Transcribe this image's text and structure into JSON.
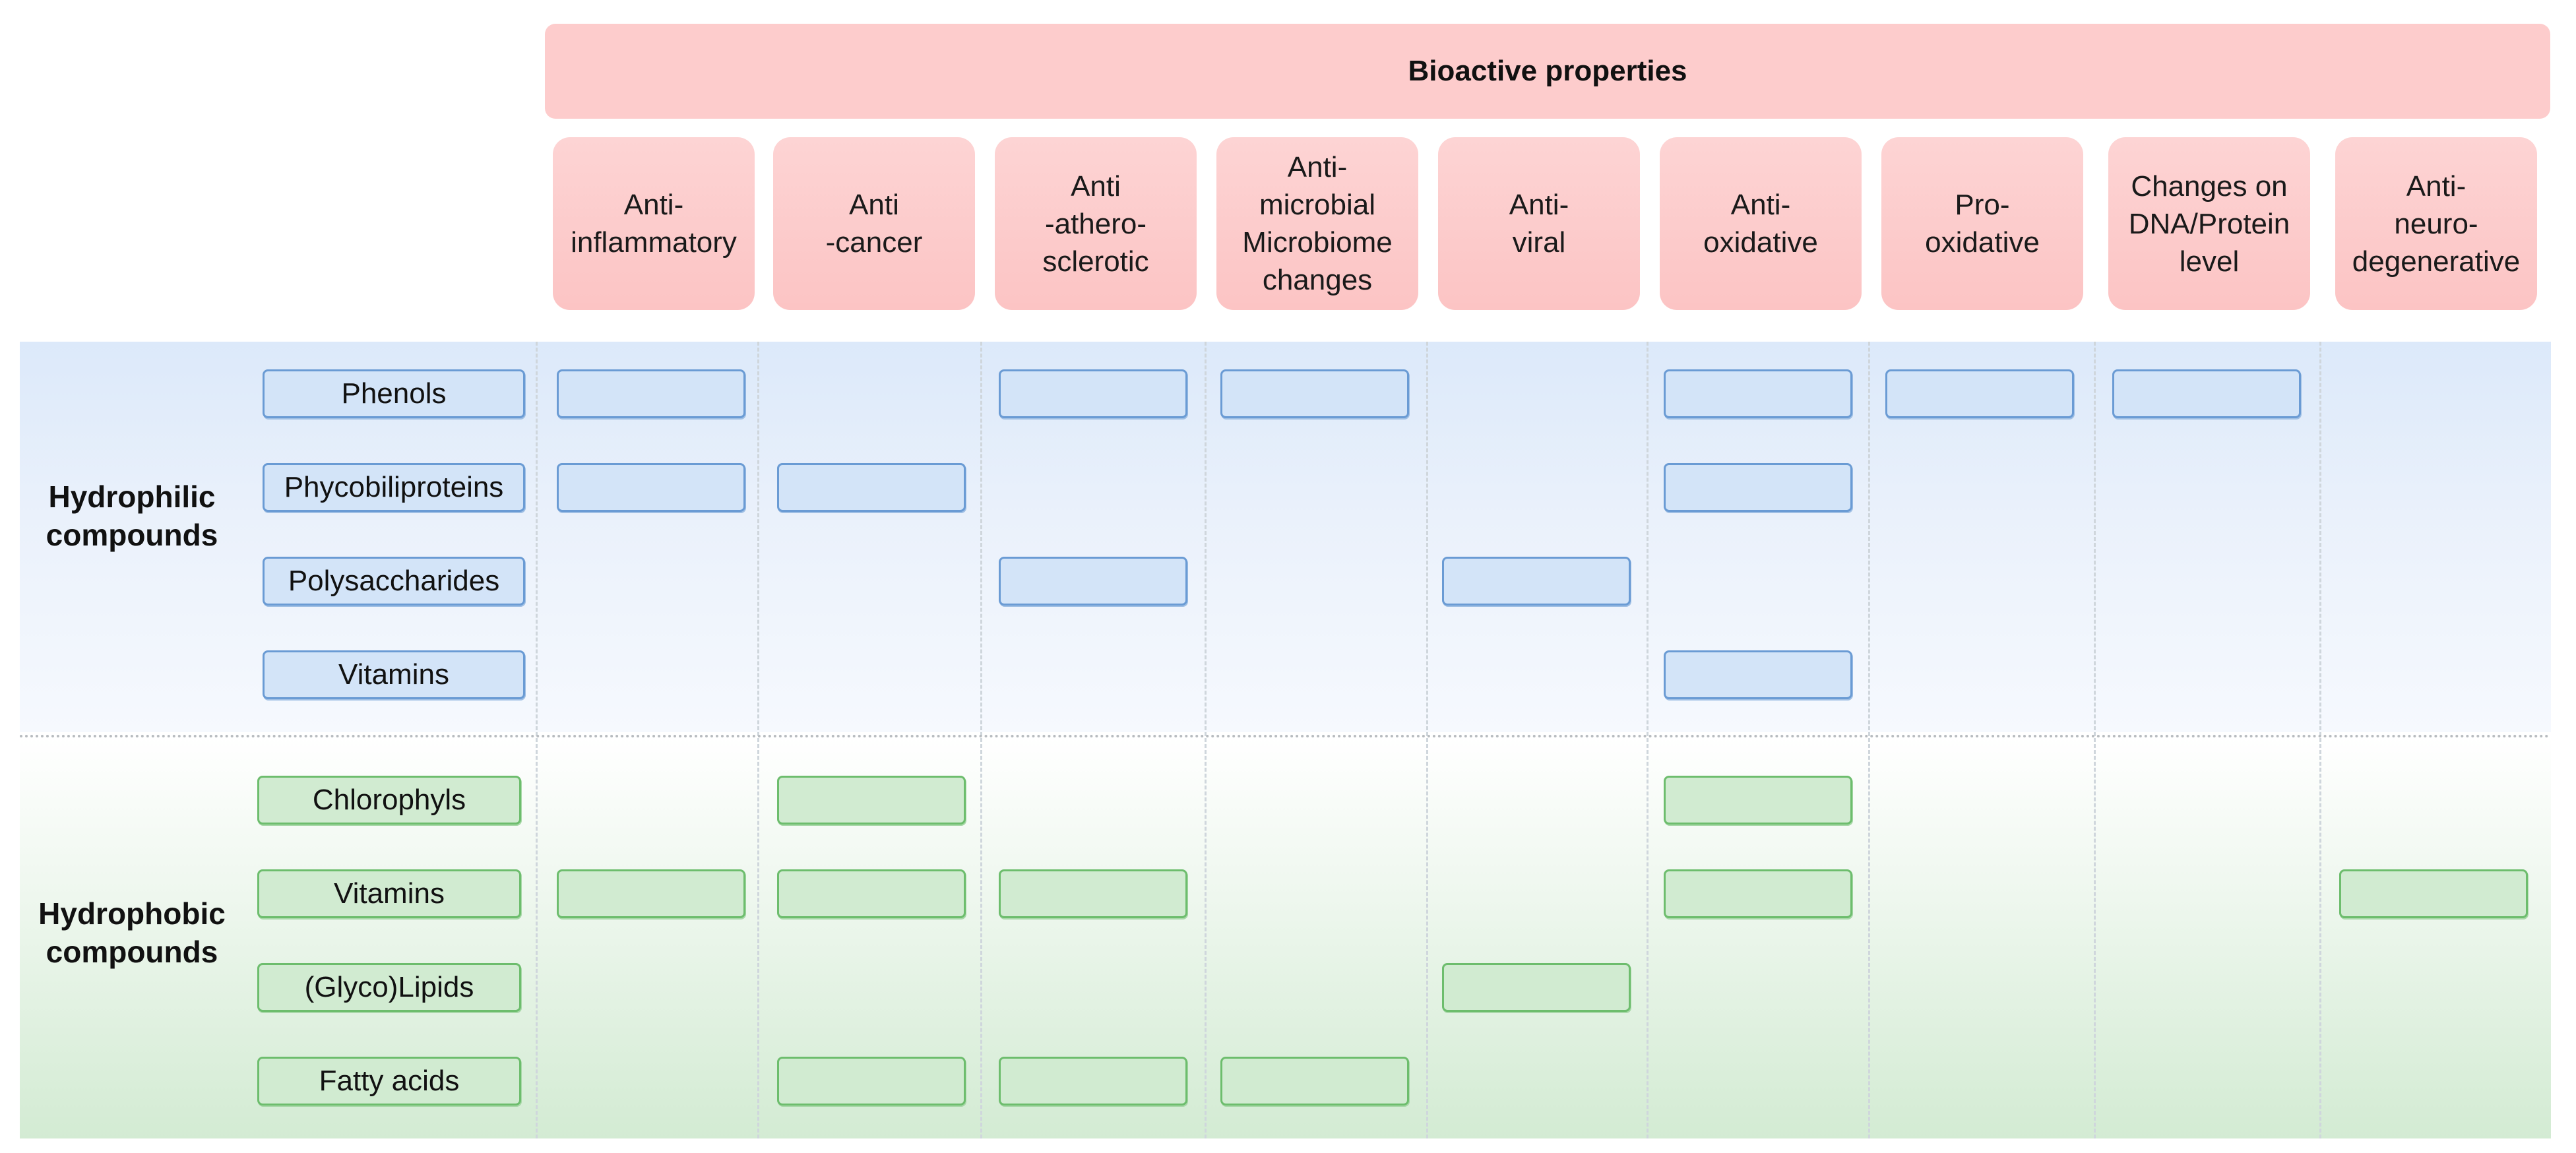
{
  "title": "Bioactive properties",
  "properties": [
    "Anti-\ninflammatory",
    "Anti\n-cancer",
    "Anti\n-athero-\nsclerotic",
    "Anti-\nmicrobial\nMicrobiome\nchanges",
    "Anti-\nviral",
    "Anti-\noxidative",
    "Pro-\noxidative",
    "Changes on\nDNA/Protein\nlevel",
    "Anti-\nneuro-\ndegenerative"
  ],
  "groups": [
    {
      "label": "Hydrophilic\ncompounds",
      "color": "#d3e4f8",
      "compounds": [
        {
          "name": "Phenols",
          "properties": [
            1,
            0,
            1,
            1,
            0,
            1,
            1,
            1,
            0
          ]
        },
        {
          "name": "Phycobiliproteins",
          "properties": [
            1,
            1,
            0,
            0,
            0,
            1,
            0,
            0,
            0
          ]
        },
        {
          "name": "Polysaccharides",
          "properties": [
            0,
            0,
            1,
            0,
            1,
            0,
            0,
            0,
            0
          ]
        },
        {
          "name": "Vitamins",
          "properties": [
            0,
            0,
            0,
            0,
            0,
            1,
            0,
            0,
            0
          ]
        }
      ]
    },
    {
      "label": "Hydrophobic\ncompounds",
      "color": "#d1ebd1",
      "compounds": [
        {
          "name": "Chlorophyls",
          "properties": [
            0,
            1,
            0,
            0,
            0,
            1,
            0,
            0,
            0
          ]
        },
        {
          "name": "Vitamins",
          "properties": [
            1,
            1,
            1,
            0,
            0,
            1,
            0,
            0,
            1
          ]
        },
        {
          "name": "(Glyco)Lipids",
          "properties": [
            0,
            0,
            0,
            0,
            1,
            0,
            0,
            0,
            0
          ]
        },
        {
          "name": "Fatty acids",
          "properties": [
            0,
            1,
            1,
            1,
            0,
            0,
            0,
            0,
            0
          ]
        }
      ]
    }
  ]
}
